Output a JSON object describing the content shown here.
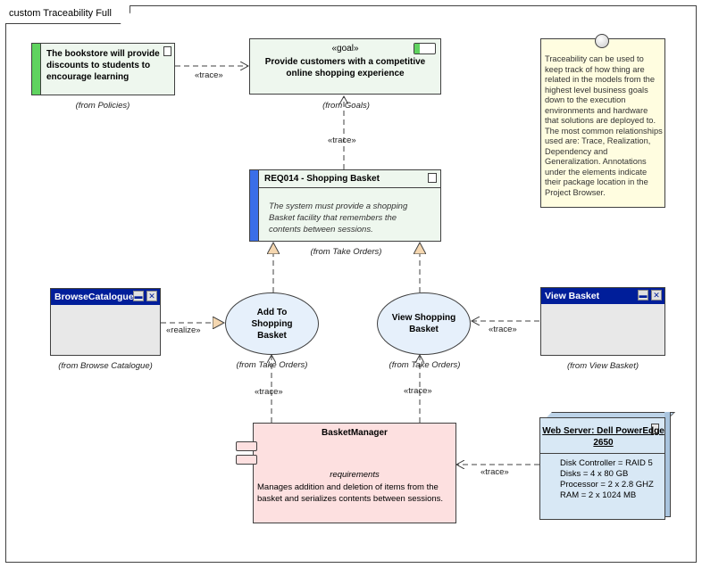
{
  "frame": {
    "title": "custom Traceability Full"
  },
  "policy": {
    "text": "The bookstore will provide discounts to students to encourage learning",
    "from": "(from Policies)",
    "colors": {
      "fill": "#eef7ee",
      "stripe": "#5fd35f"
    }
  },
  "goal": {
    "stereotype": "«goal»",
    "text": "Provide customers with a competitive online shopping experience",
    "from": "(from Goals)",
    "icon": "toggle-icon"
  },
  "note": {
    "text": "Traceability can be used to keep track of how thing are related in the models from the highest level business goals down to the execution environments and hardware that solutions are deployed to. The most common relationships used are: Trace, Realization, Dependency and Generalization. Annotations under the elements indicate their package location in the Project Browser.",
    "colors": {
      "fill": "#fffde0"
    }
  },
  "requirement": {
    "title": "REQ014 - Shopping Basket",
    "text": "The system must provide a shopping Basket facility that remembers the contents between sessions.",
    "from": "(from Take Orders)",
    "colors": {
      "fill": "#eef7ee",
      "stripe": "#3a6ee8"
    }
  },
  "browse": {
    "title": "BrowseCatalogue",
    "from": "(from Browse Catalogue)"
  },
  "viewbasket": {
    "title": "View Basket",
    "from": "(from View Basket)"
  },
  "usecase_add": {
    "label": "Add To Shopping Basket",
    "from": "(from Take Orders)"
  },
  "usecase_view": {
    "label": "View Shopping Basket",
    "from": "(from Take Orders)"
  },
  "component": {
    "title": "BasketManager",
    "section": "requirements",
    "text": "Manages addition and deletion of items from the basket and serializes contents between sessions.",
    "colors": {
      "fill": "#fde0e0"
    }
  },
  "node": {
    "title": "Web Server: Dell PowerEdge 2650",
    "props": [
      "Disk Controller = RAID 5",
      "Disks = 4 x 80 GB",
      "Processor = 2 x 2.8 GHZ",
      "RAM = 2 x 1024 MB"
    ],
    "colors": {
      "fill": "#d8e8f5"
    }
  },
  "labels": {
    "trace1": "«trace»",
    "trace2": "«trace»",
    "realize": "«realize»",
    "trace3": "«trace»",
    "trace4": "«trace»",
    "trace5": "«trace»",
    "trace6": "«trace»"
  }
}
